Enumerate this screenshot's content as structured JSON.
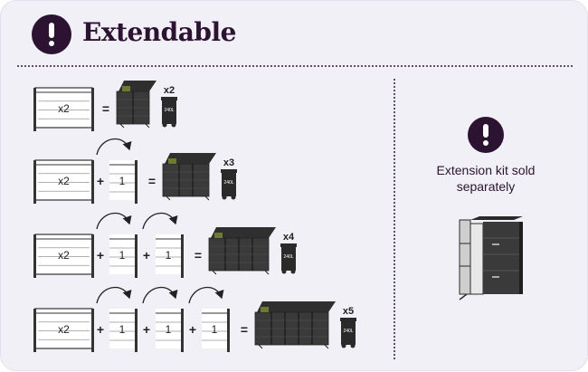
{
  "header": {
    "title": "Extendable"
  },
  "aside": {
    "note_line1": "Extension kit sold",
    "note_line2": "separately"
  },
  "rows": [
    {
      "base_mult": "x2",
      "kits": [],
      "bin_mult": "x2",
      "bin_label": "240L"
    },
    {
      "base_mult": "x2",
      "kits": [
        "1"
      ],
      "bin_mult": "x3",
      "bin_label": "240L"
    },
    {
      "base_mult": "x2",
      "kits": [
        "1",
        "1"
      ],
      "bin_mult": "x4",
      "bin_label": "240L"
    },
    {
      "base_mult": "x2",
      "kits": [
        "1",
        "1",
        "1"
      ],
      "bin_mult": "x5",
      "bin_label": "240L"
    }
  ],
  "symbols": {
    "plus": "+",
    "equals": "="
  },
  "icons": [
    "exclamation-icon",
    "curved-arrow-icon",
    "wheelie-bin-icon",
    "bin-store-icon",
    "extension-kit-icon"
  ],
  "colors": {
    "accent": "#2b1331",
    "background": "#f1f0f6",
    "storage": "#3a3a3a"
  }
}
